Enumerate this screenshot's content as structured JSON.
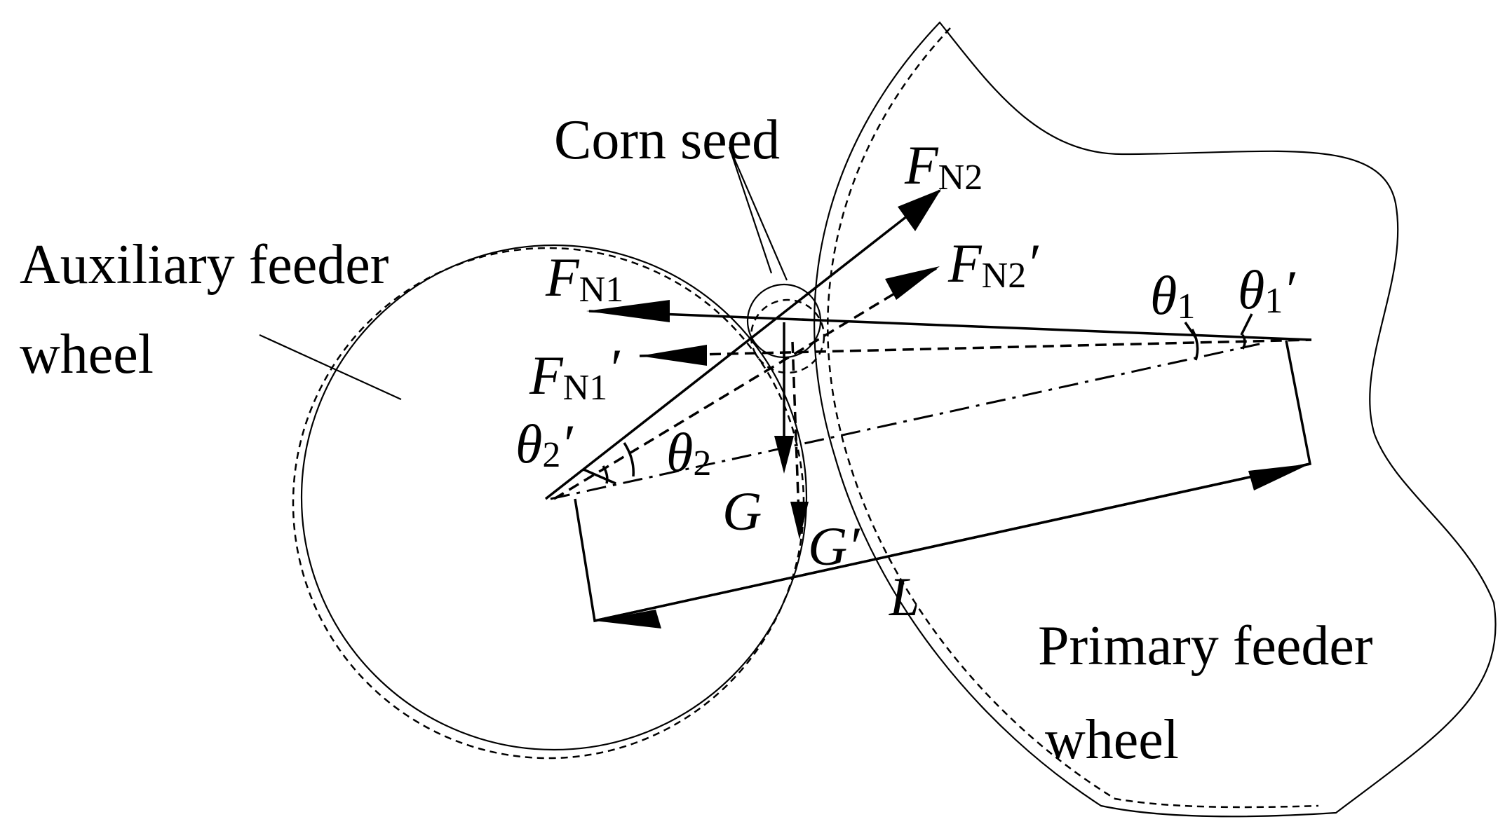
{
  "labels": {
    "corn_seed": "Corn seed",
    "auxiliary_line1": "Auxiliary feeder",
    "auxiliary_line2": "wheel",
    "primary_line1": "Primary feeder",
    "primary_line2": "wheel",
    "fn1": {
      "base": "F",
      "sub": "N1",
      "prime": ""
    },
    "fn1p": {
      "base": "F",
      "sub": "N1",
      "prime": "′"
    },
    "fn2": {
      "base": "F",
      "sub": "N2",
      "prime": ""
    },
    "fn2p": {
      "base": "F",
      "sub": "N2",
      "prime": "′"
    },
    "theta1": {
      "base": "θ",
      "sub": "1",
      "prime": ""
    },
    "theta1p": {
      "base": "θ",
      "sub": "1",
      "prime": "′"
    },
    "theta2": {
      "base": "θ",
      "sub": "2",
      "prime": ""
    },
    "theta2p": {
      "base": "θ",
      "sub": "2",
      "prime": "′"
    },
    "g": "G",
    "gp": "G′",
    "l": "L"
  },
  "colors": {
    "line": "#000000",
    "background": "#ffffff"
  }
}
